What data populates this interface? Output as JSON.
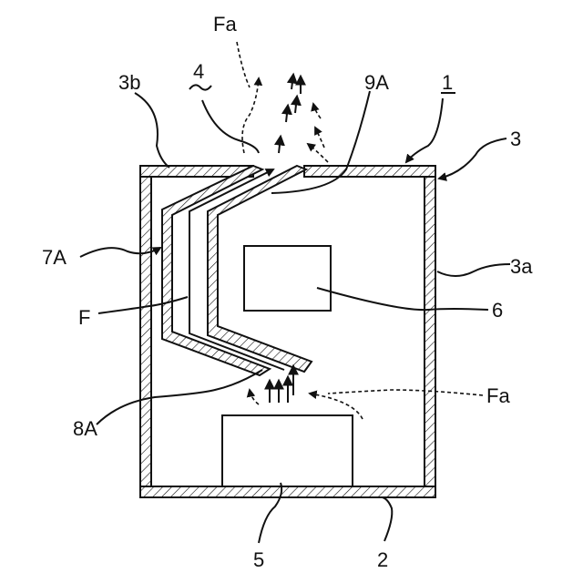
{
  "figure": {
    "labels": {
      "fa_top": "Fa",
      "ref_3b": "3b",
      "ref_4": "4",
      "ref_9a": "9A",
      "ref_1": "1",
      "ref_3": "3",
      "ref_7a": "7A",
      "ref_3a": "3a",
      "ref_f": "F",
      "ref_6": "6",
      "fa_right": "Fa",
      "ref_8a": "8A",
      "ref_5": "5",
      "ref_2": "2"
    }
  }
}
